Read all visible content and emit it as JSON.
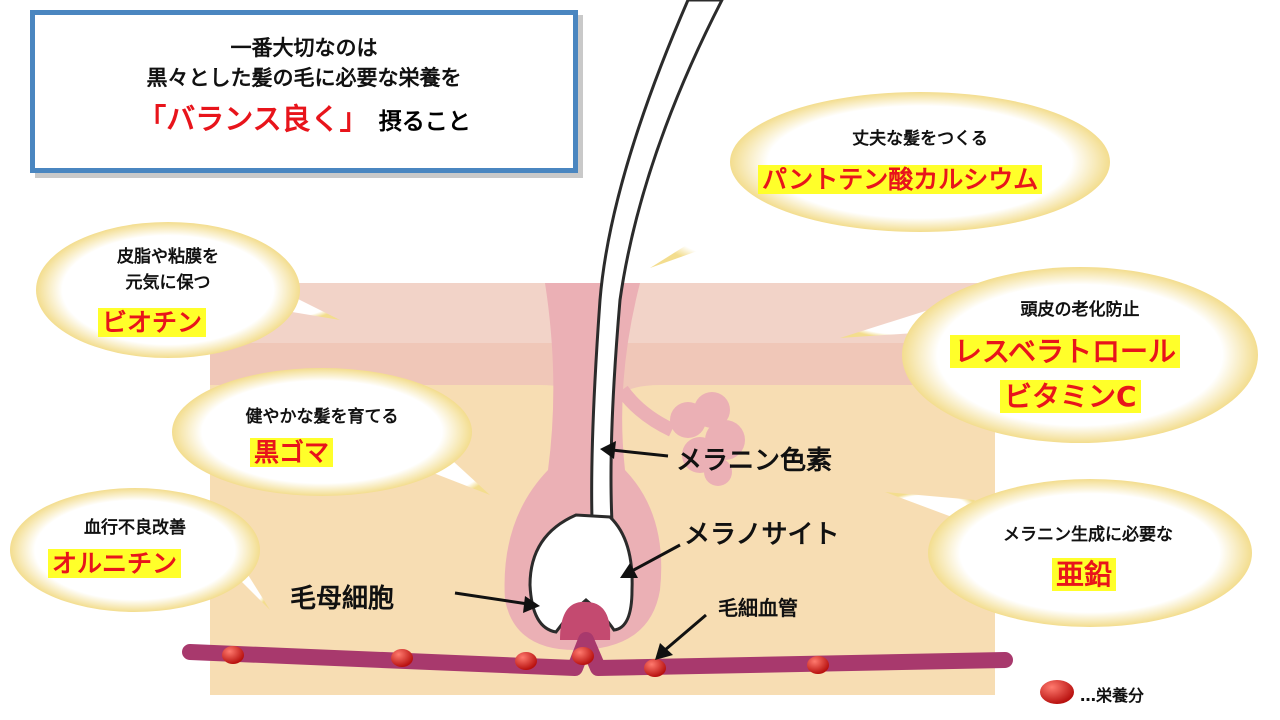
{
  "title": {
    "line1": "一番大切なのは",
    "line2": "黒々とした髪の毛に必要な栄養を",
    "line3_highlight": "「バランス良く」",
    "line3_rest": "摂ること"
  },
  "bubbles": {
    "biotin": {
      "desc_line1": "皮脂や粘膜を",
      "desc_line2": "元気に保つ",
      "nutrient": "ビオチン"
    },
    "sesame": {
      "desc": "健やかな髪を育てる",
      "nutrient": "黒ゴマ"
    },
    "ornithine": {
      "desc": "血行不良改善",
      "nutrient": "オルニチン"
    },
    "calcium": {
      "desc": "丈夫な髪をつくる",
      "nutrient": "パントテン酸カルシウム"
    },
    "resveratrol": {
      "desc": "頭皮の老化防止",
      "nutrient1": "レスベラトロール",
      "nutrient2": "ビタミンC"
    },
    "zinc": {
      "desc": "メラニン生成に必要な",
      "nutrient": "亜鉛"
    }
  },
  "labels": {
    "melanin": "メラニン色素",
    "melanocyte": "メラノサイト",
    "hair_matrix": "毛母細胞",
    "capillary": "毛細血管"
  },
  "legend": {
    "text": "…栄養分"
  },
  "colors": {
    "title_border": "#4a86c0",
    "accent_red": "#e8141b",
    "highlight_yellow": "#ffff2a",
    "skin_outer": "#f2d3c8",
    "skin_inner": "#f7ddb3",
    "follicle_pink": "#ebb0b5",
    "vessel": "#a8396d",
    "nutrient_dot": "#d9211e",
    "bubble_glow": "#f6e6a8"
  }
}
